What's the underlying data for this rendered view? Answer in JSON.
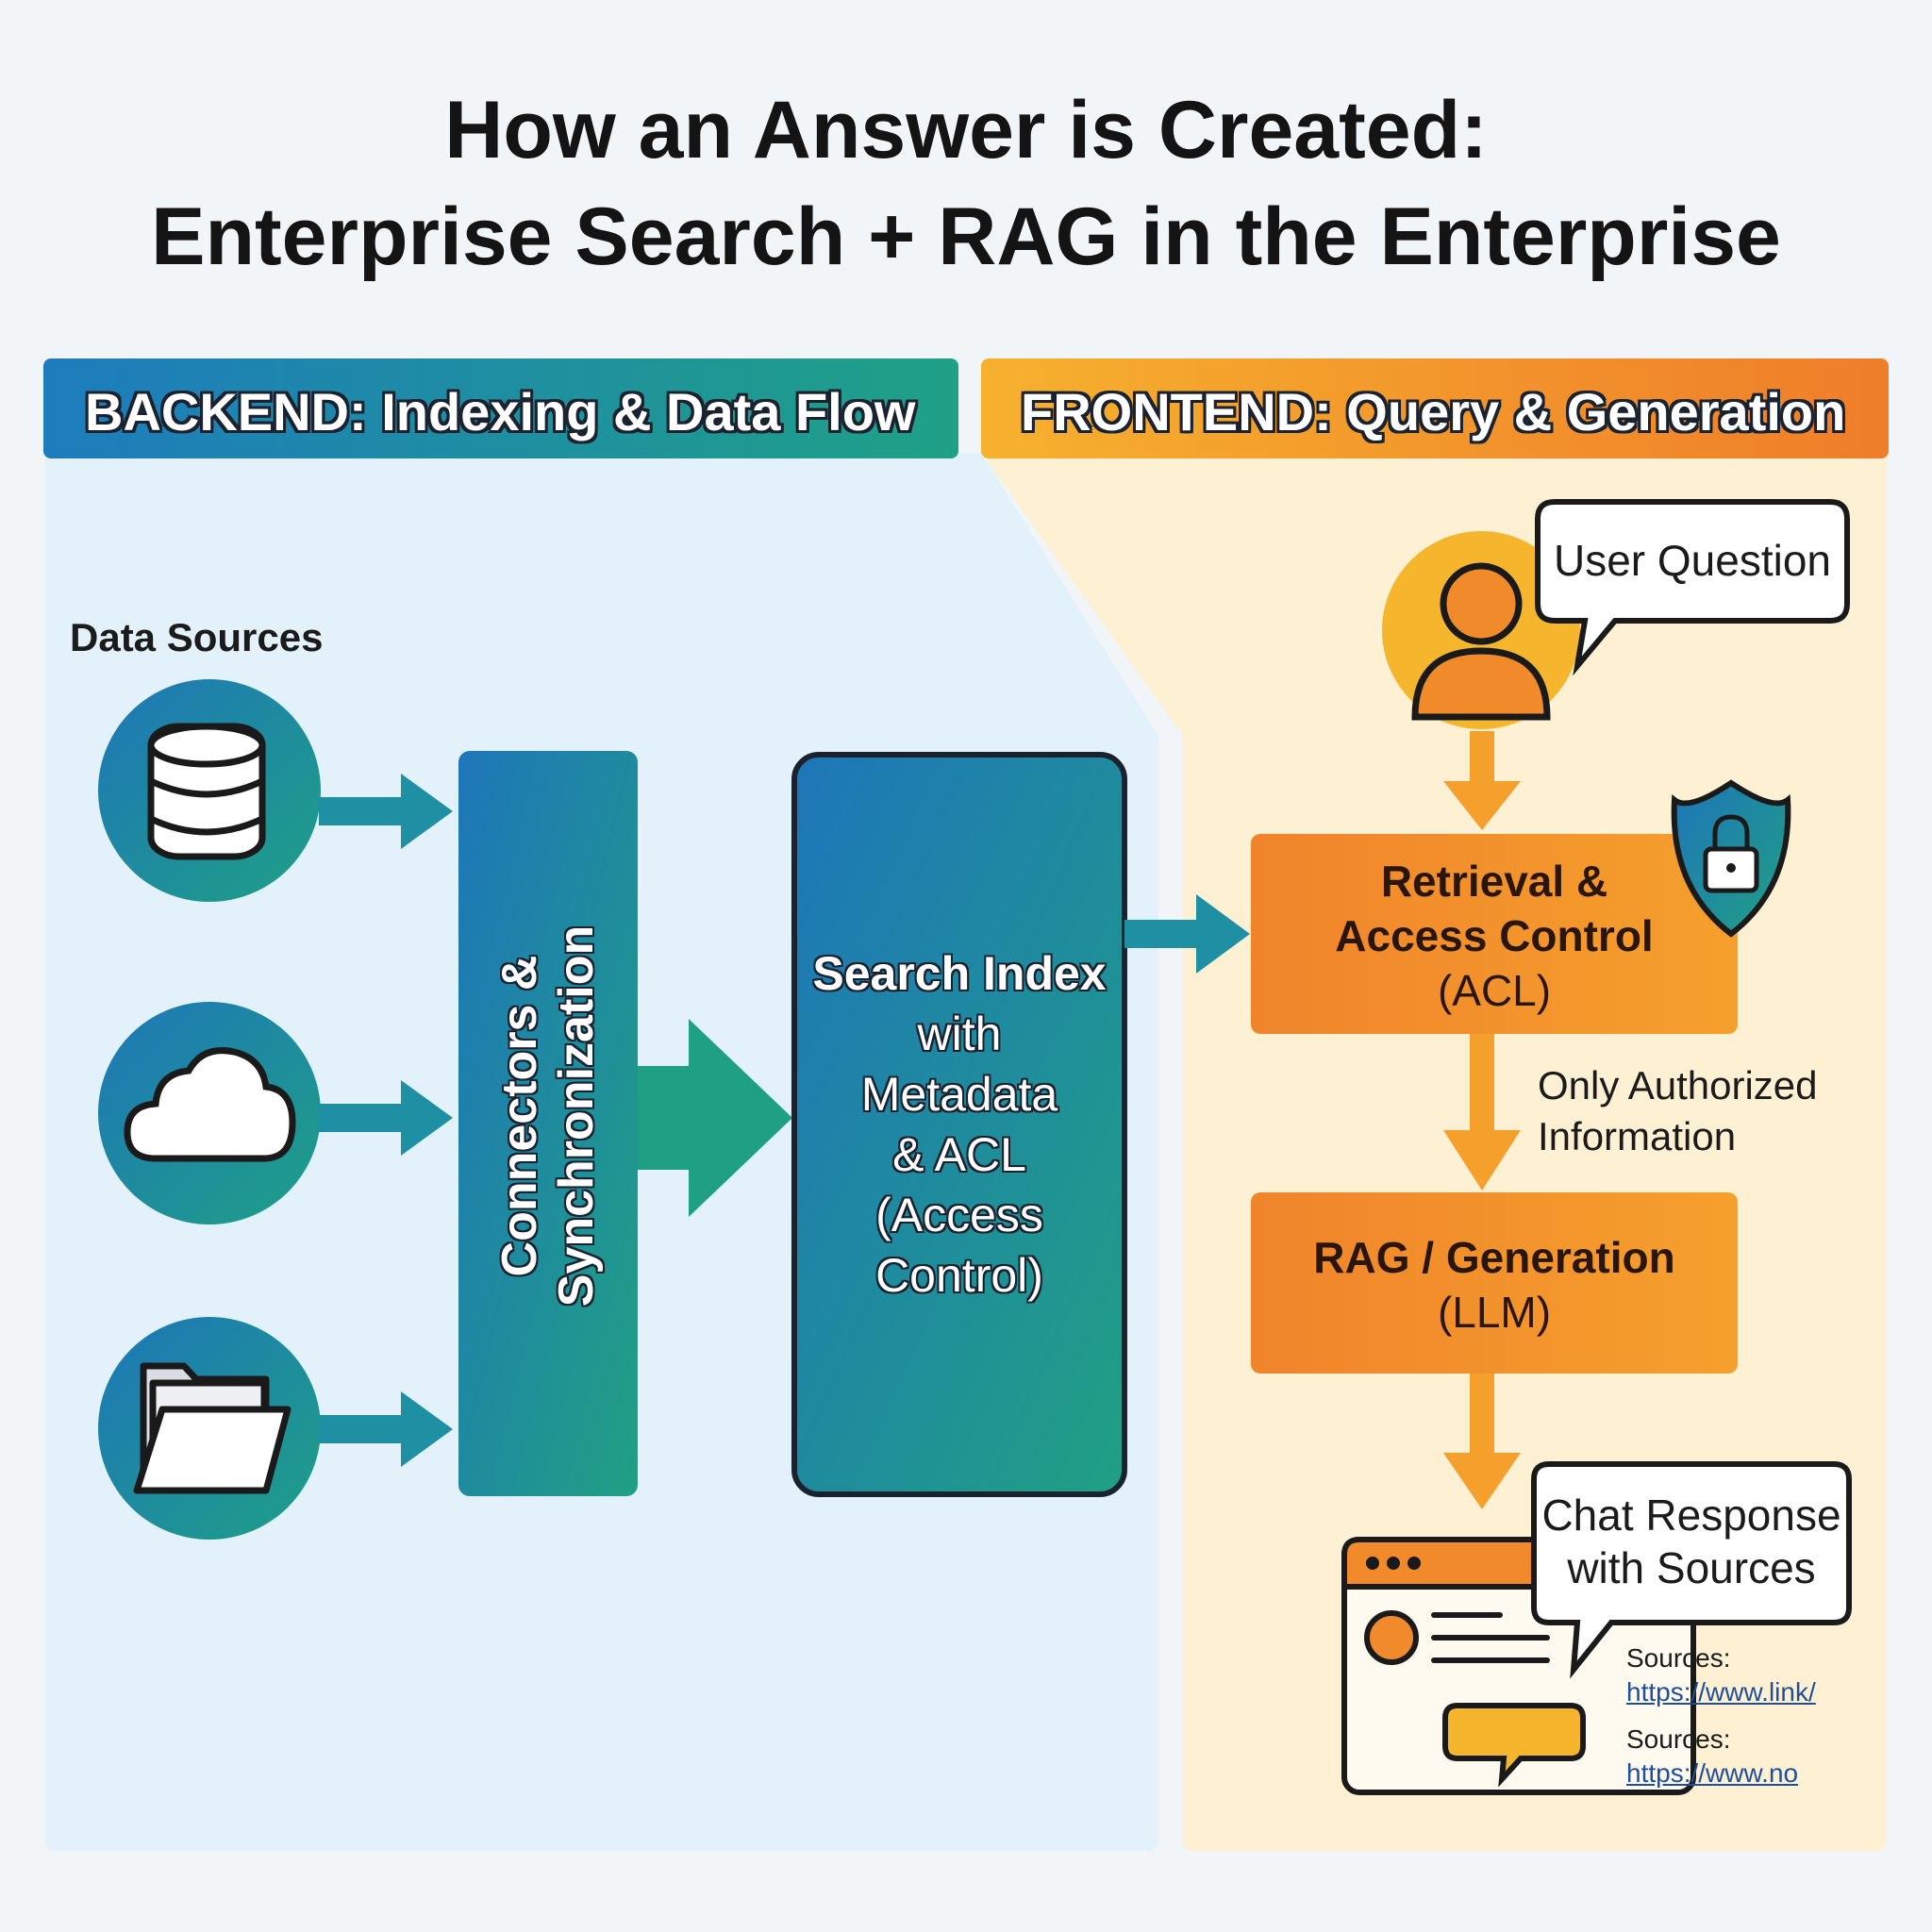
{
  "title": {
    "line1": "How an Answer is Created:",
    "line2": "Enterprise Search + RAG in the Enterprise"
  },
  "backend": {
    "header": "BACKEND: Indexing & Data Flow",
    "data_sources_label": "Data Sources",
    "sources": [
      {
        "icon": "database-icon"
      },
      {
        "icon": "cloud-icon"
      },
      {
        "icon": "folder-icon"
      }
    ],
    "connectors": {
      "line1": "Connectors &",
      "line2": "Synchronization"
    },
    "index": {
      "line1": "Search Index",
      "line2": "with",
      "line3": "Metadata",
      "line4": "& ACL",
      "line5": "(Access",
      "line6": "Control)"
    }
  },
  "frontend": {
    "header": "FRONTEND: Query & Generation",
    "user_question": "User Question",
    "retrieval": {
      "line1": "Retrieval &",
      "line2": "Access Control",
      "line3": "(ACL)"
    },
    "authorized": {
      "line1": "Only Authorized",
      "line2": "Information"
    },
    "rag": {
      "line1": "RAG / Generation",
      "line2": "(LLM)"
    },
    "response": {
      "line1": "Chat Response",
      "line2": "with Sources"
    },
    "sources": [
      {
        "label": "Sources:",
        "link": "https://www.link/"
      },
      {
        "label": "Sources:",
        "link": "https://www.no"
      }
    ]
  },
  "colors": {
    "teal": "#1f9e87",
    "blue": "#1e78b8",
    "orange": "#f08a2a",
    "yellow": "#f5b62e"
  }
}
